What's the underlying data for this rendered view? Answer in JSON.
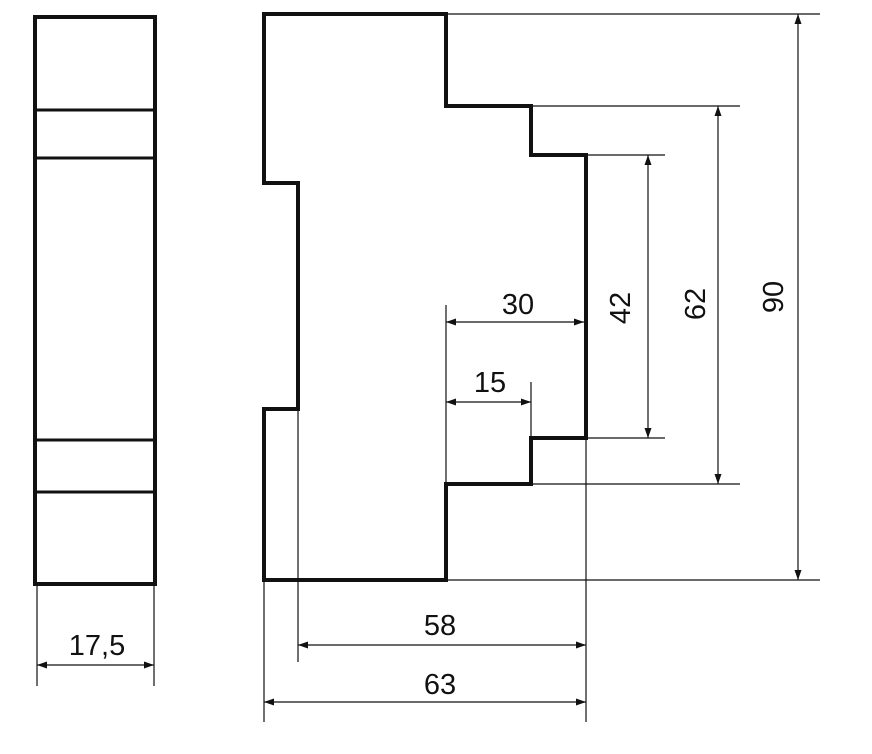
{
  "dimensions": {
    "width_module": "17,5",
    "depth_rail": "58",
    "depth_total": "63",
    "front_step": "30",
    "front_step_inner": "15",
    "height_front": "42",
    "height_mid": "62",
    "height_total": "90"
  },
  "colors": {
    "line": "#111111",
    "background": "#ffffff"
  }
}
